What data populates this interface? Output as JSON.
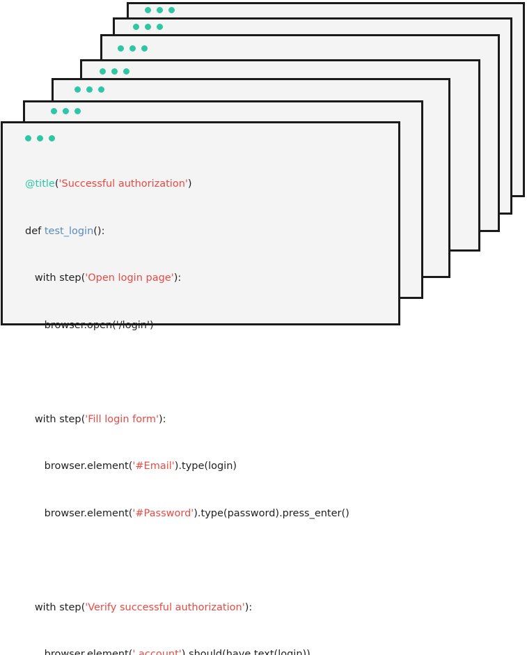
{
  "colors": {
    "accent_dot": "#2ec6a3",
    "string": "#e84a44",
    "decorator": "#2ec6a3",
    "function_name": "#5b8cb8",
    "text": "#1f1f1f",
    "border": "#1a1a1a"
  },
  "code": {
    "l1": {
      "decorator": "@title",
      "p1": "(",
      "s1": "'Successful authorization'",
      "p2": ")"
    },
    "l2": {
      "kw": "def ",
      "fn": "test_login",
      "rest": "():"
    },
    "l3": {
      "indent": "   ",
      "a": "with step(",
      "s": "'Open login page'",
      "b": "):"
    },
    "l4": {
      "indent": "      ",
      "a": "browser.open('/login')"
    },
    "l5": {
      "text": ""
    },
    "l6": {
      "indent": "   ",
      "a": "with step(",
      "s": "'Fill login form'",
      "b": "):"
    },
    "l7": {
      "indent": "      ",
      "a": "browser.element(",
      "s": "'#Email'",
      "b": ").type(login)"
    },
    "l8": {
      "indent": "      ",
      "a": "browser.element(",
      "s": "'#Password'",
      "b": ").type(password).press_enter()"
    },
    "l9": {
      "text": ""
    },
    "l10": {
      "indent": "   ",
      "a": "with step(",
      "s": "'Verify successful authorization'",
      "b": "):"
    },
    "l11": {
      "indent": "      ",
      "a": "browser.element(",
      "s": "'.account'",
      "b": ").should(have.text(login))"
    }
  }
}
